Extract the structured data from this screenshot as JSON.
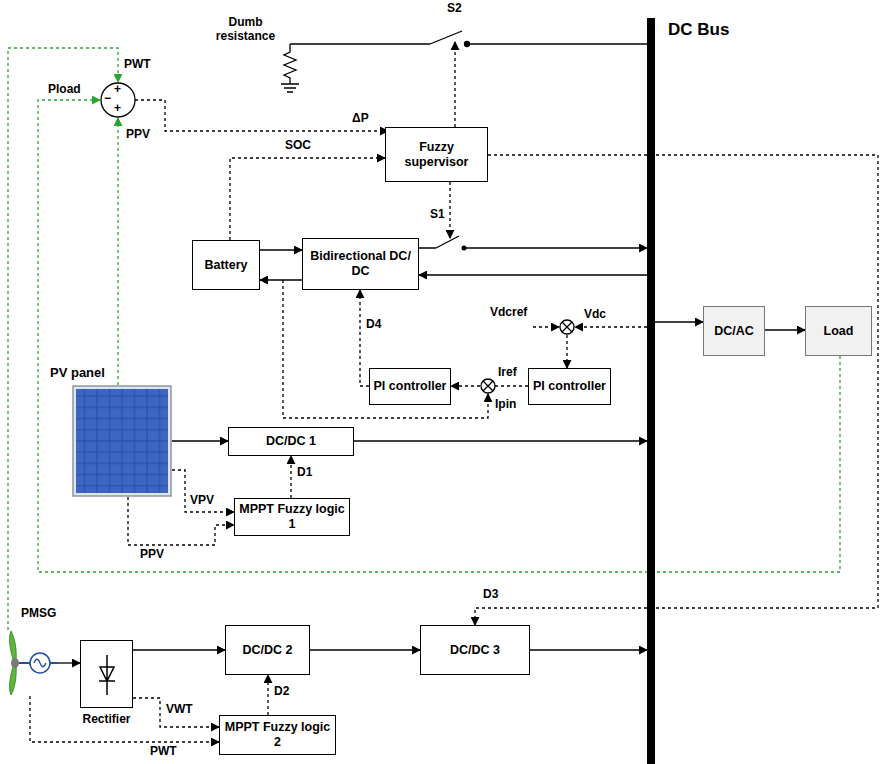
{
  "diagram": {
    "nodes": [
      {
        "text": [
          "Fuzzy supervisor"
        ]
      },
      {
        "text": [
          "Battery"
        ]
      },
      {
        "text": [
          "Bidirectional DC/ DC"
        ]
      },
      {
        "text": [
          "DC Bus"
        ]
      },
      {
        "text": [
          "DC/AC"
        ]
      },
      {
        "text": [
          "Load"
        ]
      },
      {
        "text": [
          "PI controller"
        ]
      },
      {
        "text": [
          "PI controller"
        ]
      },
      {
        "text": [
          "PV panel"
        ]
      },
      {
        "text": [
          "DC/DC 1"
        ]
      },
      {
        "text": [
          "MPPT Fuzzy logic 1"
        ]
      },
      {
        "text": [
          "PMSG"
        ]
      },
      {
        "text": [
          "Rectifier"
        ]
      },
      {
        "text": [
          "DC/DC 2"
        ]
      },
      {
        "text": [
          "DC/DC 3"
        ]
      },
      {
        "text": [
          "MPPT Fuzzy logic 2"
        ]
      }
    ],
    "edges": [
      {
        "from": 1,
        "to": 2,
        "arrow": "to"
      },
      {
        "from": 2,
        "to": 1,
        "arrow": "to"
      },
      {
        "from": 2,
        "to": 3,
        "arrow": "to"
      },
      {
        "from": 3,
        "to": 2,
        "arrow": "to"
      },
      {
        "from": 3,
        "to": 4,
        "arrow": "to"
      },
      {
        "from": 4,
        "to": 5,
        "arrow": "to"
      },
      {
        "from": 7,
        "to": 6,
        "arrow": "to"
      },
      {
        "from": 6,
        "to": 2,
        "arrow": "to"
      },
      {
        "from": 1,
        "to": 0,
        "arrow": "to"
      },
      {
        "from": 0,
        "to": 14,
        "arrow": "to"
      },
      {
        "from": 8,
        "to": 9,
        "arrow": "to"
      },
      {
        "from": 9,
        "to": 3,
        "arrow": "to"
      },
      {
        "from": 10,
        "to": 9,
        "arrow": "to"
      },
      {
        "from": 8,
        "to": 10,
        "arrow": "to"
      },
      {
        "from": 8,
        "to": 10,
        "arrow": "to"
      },
      {
        "from": 11,
        "to": 12,
        "arrow": "to"
      },
      {
        "from": 12,
        "to": 13,
        "arrow": "to"
      },
      {
        "from": 13,
        "to": 14,
        "arrow": "to"
      },
      {
        "from": 14,
        "to": 3,
        "arrow": "to"
      },
      {
        "from": 15,
        "to": 13,
        "arrow": "to"
      },
      {
        "from": 12,
        "to": 15,
        "arrow": "to"
      },
      {
        "from": 11,
        "to": 15,
        "arrow": "to"
      }
    ],
    "labels": [
      "S2",
      "Dumb resistance",
      "ΔP",
      "SOC",
      "S1",
      "PWT",
      "Pload",
      "PPV",
      "Vdcref",
      "Vdc",
      "D4",
      "Iref",
      "Ipin",
      "VPV",
      "D1",
      "PPV",
      "D3",
      "VWT",
      "D2",
      "PWT",
      "+",
      "−",
      "+"
    ]
  }
}
